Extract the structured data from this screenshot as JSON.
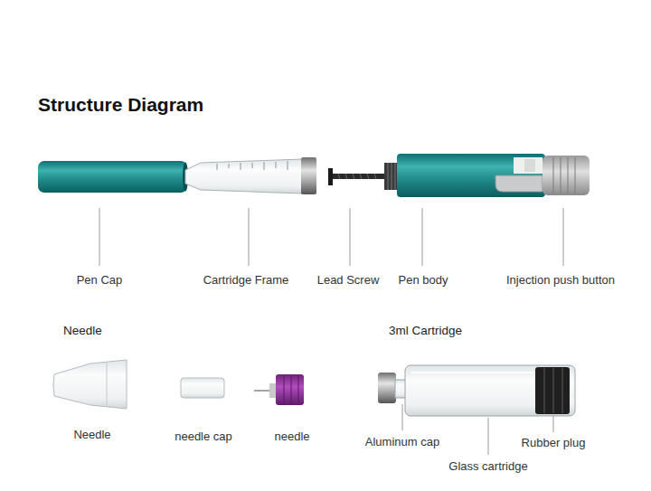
{
  "diagram": {
    "title": "Structure Diagram",
    "labels": [
      "Pen Cap",
      "Cartridge Frame",
      "Lead Screw",
      "Pen body",
      "Injection push button",
      "Needle",
      "3ml Cartridge",
      "Needle",
      "needle cap",
      "needle",
      "Aluminum cap",
      "Rubber plug",
      "Glass cartridge"
    ]
  }
}
